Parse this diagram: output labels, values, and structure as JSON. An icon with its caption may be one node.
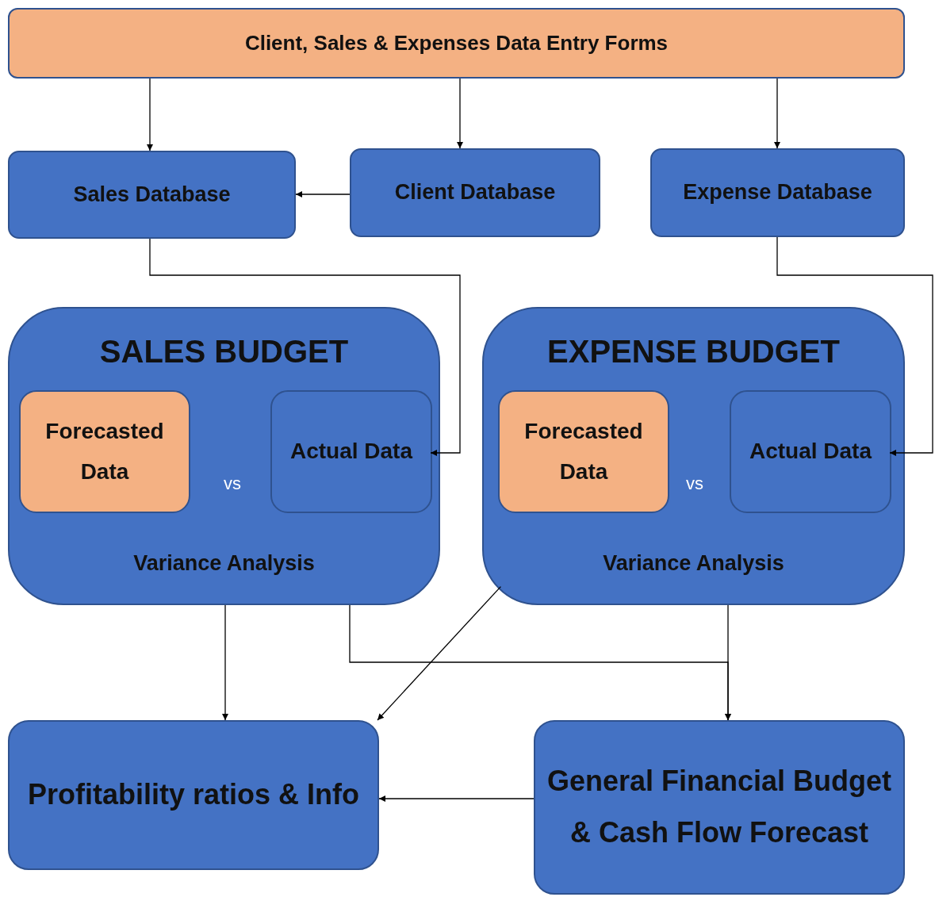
{
  "diagram": {
    "nodes": [
      {
        "text": [
          "Client, Sales & Expenses Data Entry Forms"
        ]
      },
      {
        "text": [
          "Sales Database"
        ]
      },
      {
        "text": [
          "Client Database"
        ]
      },
      {
        "text": [
          "Expense Database"
        ]
      },
      {
        "text": [
          "SALES BUDGET",
          "vs",
          "Variance Analysis"
        ]
      },
      {
        "text": [
          "Forecasted Data"
        ],
        "in": 4
      },
      {
        "text": [
          "Actual Data"
        ],
        "in": 4
      },
      {
        "text": [
          "EXPENSE BUDGET",
          "vs",
          "Variance Analysis"
        ]
      },
      {
        "text": [
          "Forecasted Data"
        ],
        "in": 7
      },
      {
        "text": [
          "Actual Data"
        ],
        "in": 7
      },
      {
        "text": [
          "Profitability ratios & Info"
        ]
      },
      {
        "text": [
          "General Financial Budget & Cash Flow Forecast"
        ]
      }
    ],
    "edges": [
      {
        "from": 0,
        "to": 1,
        "arrow": "to"
      },
      {
        "from": 0,
        "to": 2,
        "arrow": "to"
      },
      {
        "from": 0,
        "to": 3,
        "arrow": "to"
      },
      {
        "from": 2,
        "to": 1,
        "arrow": "to"
      },
      {
        "from": 1,
        "to": 6,
        "arrow": "to"
      },
      {
        "from": 3,
        "to": 9,
        "arrow": "to"
      },
      {
        "from": 4,
        "to": 10,
        "arrow": "to"
      },
      {
        "from": 7,
        "to": 10,
        "arrow": "to"
      },
      {
        "from": 4,
        "to": 11,
        "arrow": "to"
      },
      {
        "from": 7,
        "to": 11,
        "arrow": "to"
      },
      {
        "from": 11,
        "to": 10,
        "arrow": "to"
      }
    ]
  }
}
